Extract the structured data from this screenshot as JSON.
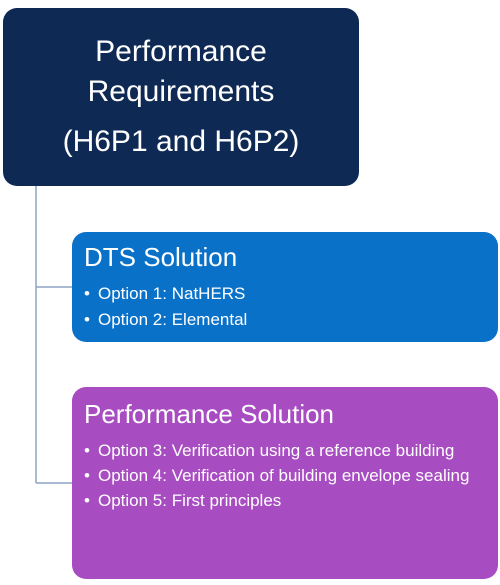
{
  "top": {
    "line1": "Performance",
    "line2": "Requirements",
    "line3": "(H6P1 and H6P2)",
    "color": "#0e2a54"
  },
  "dts": {
    "title": "DTS Solution",
    "items": [
      "Option 1: NatHERS",
      "Option 2: Elemental"
    ],
    "color": "#0a71c9"
  },
  "performance": {
    "title": "Performance Solution",
    "items": [
      "Option 3: Verification using a reference building",
      "Option 4: Verification of building envelope sealing",
      "Option 5: First principles"
    ],
    "color": "#a84cc1"
  },
  "connector_color": "#8ea3c4"
}
